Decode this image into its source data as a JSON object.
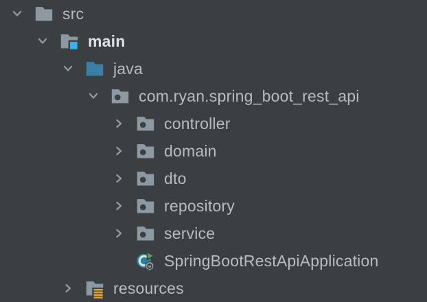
{
  "colors": {
    "bg": "#3b3f42",
    "text": "#b7bcbf",
    "text_bold": "#dce1e4",
    "chevron": "#939a9f",
    "folder": "#8c99a3",
    "java_folder": "#3a7fa6",
    "sources_badge": "#3db0e8",
    "resources_badge": "#dda63b",
    "spring_teal": "#2e8197",
    "spring_arc": "#cfe3e8",
    "run_green": "#5ba35f",
    "badge_gray": "#8d979e",
    "badge_glyph": "#3b3f42"
  },
  "tree": {
    "items": [
      {
        "label": "src",
        "level": 0,
        "icon": "folder",
        "chevron": "expanded",
        "bold": false
      },
      {
        "label": "main",
        "level": 1,
        "icon": "sources-root-folder",
        "chevron": "expanded",
        "bold": true
      },
      {
        "label": "java",
        "level": 2,
        "icon": "java-source-folder",
        "chevron": "expanded",
        "bold": false
      },
      {
        "label": "com.ryan.spring_boot_rest_api",
        "level": 3,
        "icon": "package",
        "chevron": "expanded",
        "bold": false
      },
      {
        "label": "controller",
        "level": 4,
        "icon": "package",
        "chevron": "collapsed",
        "bold": false
      },
      {
        "label": "domain",
        "level": 4,
        "icon": "package",
        "chevron": "collapsed",
        "bold": false
      },
      {
        "label": "dto",
        "level": 4,
        "icon": "package",
        "chevron": "collapsed",
        "bold": false
      },
      {
        "label": "repository",
        "level": 4,
        "icon": "package",
        "chevron": "collapsed",
        "bold": false
      },
      {
        "label": "service",
        "level": 4,
        "icon": "package",
        "chevron": "collapsed",
        "bold": false
      },
      {
        "label": "SpringBootRestApiApplication",
        "level": 4,
        "icon": "spring-boot-run",
        "chevron": "none",
        "bold": false
      },
      {
        "label": "resources",
        "level": 2,
        "icon": "resources-root-folder",
        "chevron": "collapsed",
        "bold": false
      }
    ]
  }
}
